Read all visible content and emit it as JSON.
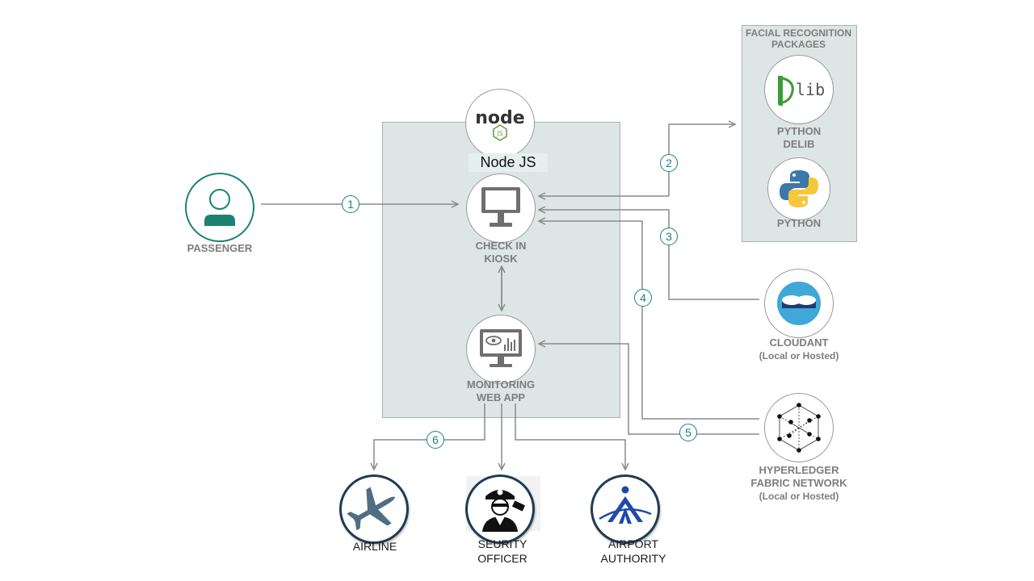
{
  "nodes": {
    "passenger": "PASSENGER",
    "nodejs": "Node JS",
    "kiosk": "CHECK IN\nKIOSK",
    "monitoring": "MONITORING\nWEB APP",
    "facial_group": "FACIAL RECOGNITION\nPACKAGES",
    "dlib": "PYTHON\nDELIB",
    "python": "PYTHON",
    "cloudant": "CLOUDANT",
    "cloudant_sub": "(Local or Hosted)",
    "hyperledger": "HYPERLEDGER\nFABRIC  NETWORK",
    "hyperledger_sub": "(Local or Hosted)",
    "airline": "AIRLINE",
    "security": "SEURITY\nOFFICER",
    "airport": "AIRPORT\nAUTHORITY"
  },
  "logos": {
    "node_logo": "node",
    "node_js_badge": "JS",
    "dlib_logo": "lib"
  },
  "steps": [
    "1",
    "2",
    "3",
    "4",
    "5",
    "6"
  ],
  "colors": {
    "teal": "#1b8273",
    "navy": "#1f3b55",
    "region": "#dde6e4",
    "arrow": "#8a8a8a"
  }
}
